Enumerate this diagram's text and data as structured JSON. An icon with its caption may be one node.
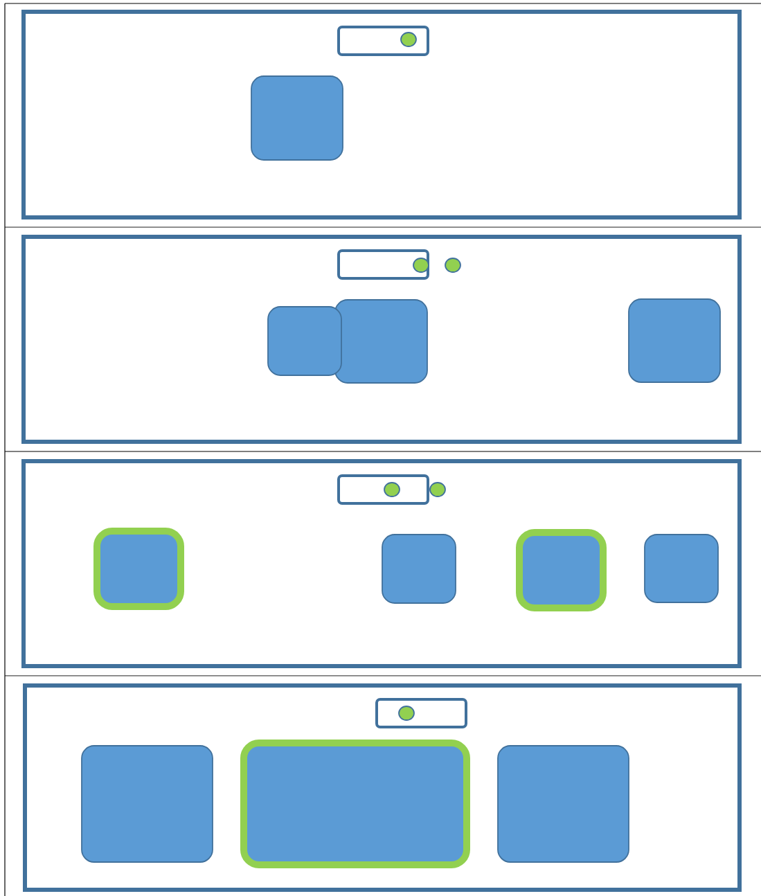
{
  "diagram": {
    "nodes": [
      {
        "text": [],
        "shape": "box"
      },
      {
        "text": [],
        "shape": "box",
        "in": 0
      },
      {
        "text": [],
        "shape": "circle",
        "in": 1
      },
      {
        "text": [],
        "shape": "box",
        "in": 0
      },
      {
        "text": [],
        "shape": "box"
      },
      {
        "text": [],
        "shape": "box",
        "in": 4
      },
      {
        "text": [],
        "shape": "circle",
        "in": 5
      },
      {
        "text": [],
        "shape": "circle",
        "in": 4
      },
      {
        "text": [],
        "shape": "box",
        "in": 4
      },
      {
        "text": [],
        "shape": "box",
        "in": 4
      },
      {
        "text": [],
        "shape": "box",
        "in": 4
      },
      {
        "text": [],
        "shape": "box"
      },
      {
        "text": [],
        "shape": "box",
        "in": 11
      },
      {
        "text": [],
        "shape": "circle",
        "in": 12
      },
      {
        "text": [],
        "shape": "circle",
        "in": 11
      },
      {
        "text": [],
        "shape": "box",
        "in": 11
      },
      {
        "text": [],
        "shape": "box",
        "in": 11
      },
      {
        "text": [],
        "shape": "box",
        "in": 11
      },
      {
        "text": [],
        "shape": "box",
        "in": 11
      },
      {
        "text": [],
        "shape": "box"
      },
      {
        "text": [],
        "shape": "box",
        "in": 19
      },
      {
        "text": [],
        "shape": "circle",
        "in": 20
      },
      {
        "text": [],
        "shape": "box",
        "in": 19
      },
      {
        "text": [],
        "shape": "box",
        "in": 19
      },
      {
        "text": [],
        "shape": "box",
        "in": 19
      }
    ]
  }
}
